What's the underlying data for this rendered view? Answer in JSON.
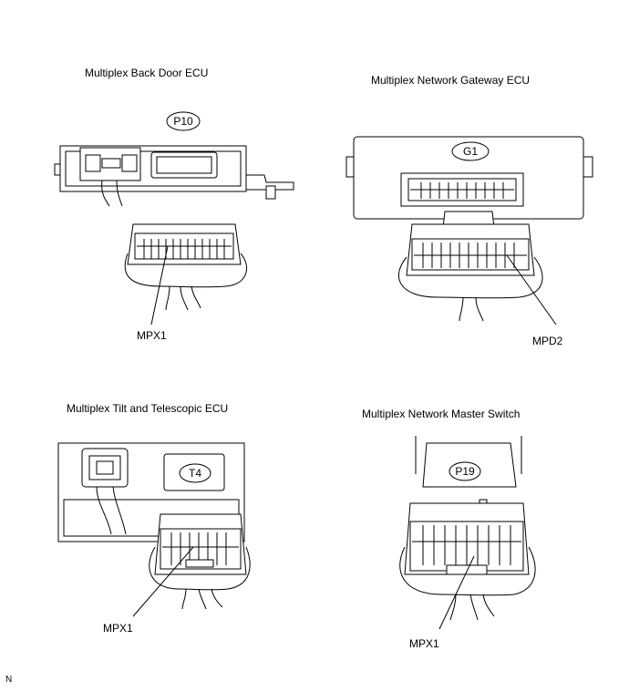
{
  "panels": {
    "back_door": {
      "title": "Multiplex Back Door ECU",
      "code": "P10",
      "wire_label": "MPX1"
    },
    "gateway": {
      "title": "Multiplex Network Gateway ECU",
      "code": "G1",
      "wire_label": "MPD2"
    },
    "tilt": {
      "title": "Multiplex Tilt and Telescopic ECU",
      "code": "T4",
      "wire_label": "MPX1"
    },
    "master_switch": {
      "title": "Multiplex Network Master Switch",
      "code": "P19",
      "wire_label": "MPX1"
    }
  },
  "footer": {
    "note": "N"
  }
}
